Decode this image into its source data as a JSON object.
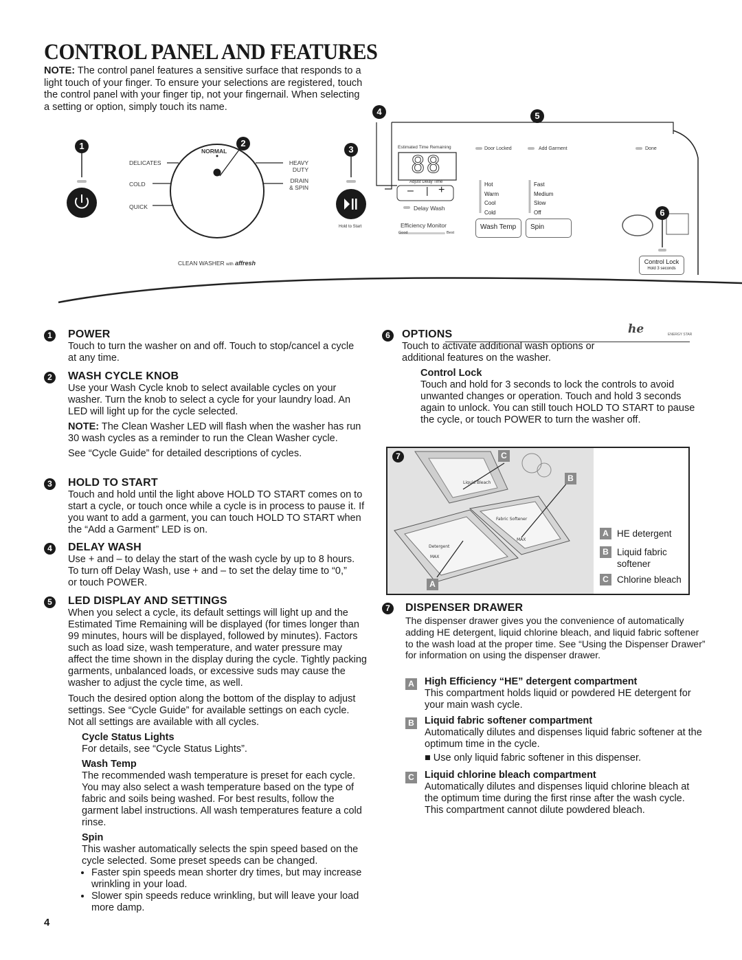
{
  "title": "CONTROL PANEL AND FEATURES",
  "note": {
    "label": "NOTE:",
    "text": " The control panel features a sensitive surface that responds to a light touch of your finger. To ensure your selections are registered, touch the control panel with your finger tip, not your fingernail. When selecting a setting or option, simply touch its name."
  },
  "panel": {
    "callouts": [
      "1",
      "2",
      "3",
      "4",
      "5",
      "6"
    ],
    "knob": {
      "normal": "NORMAL",
      "delicates": "DELICATES",
      "cold": "COLD",
      "quick": "QUICK",
      "heavy_duty": "HEAVY DUTY",
      "drain_spin": "DRAIN & SPIN",
      "clean_washer": "CLEAN WASHER",
      "with": "with",
      "affresh": "affresh"
    },
    "hold_to_start": "Hold to Start",
    "display": {
      "est_time": "Estimated Time Remaining",
      "digits": "88",
      "adjust_delay": "Adjust Delay Time",
      "minus": "–",
      "plus": "+",
      "delay_wash": "Delay Wash",
      "efficiency": "Efficiency Monitor",
      "good": "Good",
      "best": "Best",
      "door_locked": "Door Locked",
      "add_garment": "Add Garment",
      "done": "Done",
      "temps": [
        "Hot",
        "Warm",
        "Cool",
        "Cold"
      ],
      "spins": [
        "Fast",
        "Medium",
        "Slow",
        "Off"
      ],
      "wash_temp": "Wash Temp",
      "spin": "Spin",
      "control_lock": "Control Lock",
      "hold3": "Hold 3 seconds"
    },
    "he_logo": "he",
    "energy_star": "ENERGY STAR"
  },
  "sections": {
    "power": {
      "num": "1",
      "head": "POWER",
      "text": "Touch to turn the washer on and off. Touch to stop/cancel a cycle at any time."
    },
    "knob": {
      "num": "2",
      "head": "WASH CYCLE KNOB",
      "text": "Use your Wash Cycle knob to select available cycles on your washer. Turn the knob to select a cycle for your laundry load. An LED will light up for the cycle selected.",
      "note_label": "NOTE:",
      "note": " The Clean Washer LED will flash when the washer has run 30 wash cycles as a reminder to run the Clean Washer cycle.",
      "see": "See “Cycle Guide” for detailed descriptions of cycles."
    },
    "hold": {
      "num": "3",
      "head": "HOLD TO START",
      "text": "Touch and hold until the light above HOLD TO START comes on to start a cycle, or touch once while a cycle is in process to pause it. If you want to add a garment, you can touch HOLD TO START when the “Add a Garment” LED is on."
    },
    "delay": {
      "num": "4",
      "head": "DELAY WASH",
      "text": "Use + and – to delay the start of the wash cycle by up to 8 hours. To turn off Delay Wash, use + and – to set the delay time to “0,” or touch POWER."
    },
    "led": {
      "num": "5",
      "head": "LED DISPLAY AND SETTINGS",
      "text": "When you select a cycle, its default settings will light up and the Estimated Time Remaining will be displayed (for times longer than 99 minutes, hours will be displayed, followed by minutes). Factors such as load size, wash temperature, and water pressure may affect the time shown in the display during the cycle. Tightly packing garments, unbalanced loads, or excessive suds may cause the washer to adjust the cycle time, as well.",
      "text2": "Touch the desired option along the bottom of the display to adjust settings. See “Cycle Guide” for available settings on each cycle. Not all settings are available with all cycles.",
      "csl_head": "Cycle Status Lights",
      "csl_text": "For details, see “Cycle Status Lights”.",
      "wt_head": "Wash Temp",
      "wt_text": "The recommended wash temperature is preset for each cycle. You may also select a wash temperature based on the type of fabric and soils being washed. For best results, follow the garment label instructions. All wash temperatures feature a cold rinse.",
      "spin_head": "Spin",
      "spin_text": "This washer automatically selects the spin speed based on the cycle selected. Some preset speeds can be changed.",
      "bullets": [
        "Faster spin speeds mean shorter dry times, but may increase wrinkling in your load.",
        "Slower spin speeds reduce wrinkling, but will leave your load more damp."
      ]
    },
    "options": {
      "num": "6",
      "head": "OPTIONS",
      "text": "Touch to activate additional wash options or additional features on the washer.",
      "cl_head": "Control Lock",
      "cl_text": "Touch and hold for 3 seconds to lock the controls to avoid unwanted changes or operation. Touch and hold 3 seconds again to unlock. You can still touch HOLD TO START to pause the cycle, or touch POWER to turn the washer off."
    },
    "dispenser": {
      "num": "7",
      "head": "DISPENSER DRAWER",
      "text": "The dispenser drawer gives you the convenience of automatically adding HE detergent, liquid chlorine bleach, and liquid fabric softener to the wash load at the proper time. See “Using the Dispenser Drawer” for information on using the dispenser drawer.",
      "items": [
        {
          "letter": "A",
          "head": "High Efficiency “HE” detergent compartment",
          "text": "This compartment holds liquid or powdered HE detergent for your main wash cycle."
        },
        {
          "letter": "B",
          "head": "Liquid fabric softener compartment",
          "text": "Automatically dilutes and dispenses liquid fabric softener at the optimum time in the cycle.",
          "bullet": "Use only liquid fabric softener in this dispenser."
        },
        {
          "letter": "C",
          "head": "Liquid chlorine bleach compartment",
          "text": "Automatically dilutes and dispenses liquid chlorine bleach at the optimum time during the first rinse after the wash cycle. This compartment cannot dilute powdered bleach."
        }
      ]
    }
  },
  "drawer_fig": {
    "num": "7",
    "labels": [
      "A",
      "B",
      "C"
    ],
    "legend": [
      {
        "letter": "A",
        "text": "HE detergent"
      },
      {
        "letter": "B",
        "text": "Liquid fabric softener"
      },
      {
        "letter": "C",
        "text": "Chlorine bleach"
      }
    ],
    "tray_text": [
      "Detergent",
      "MAX",
      "Fabric Softener",
      "MAX",
      "Liquid Bleach"
    ]
  },
  "page_number": "4"
}
